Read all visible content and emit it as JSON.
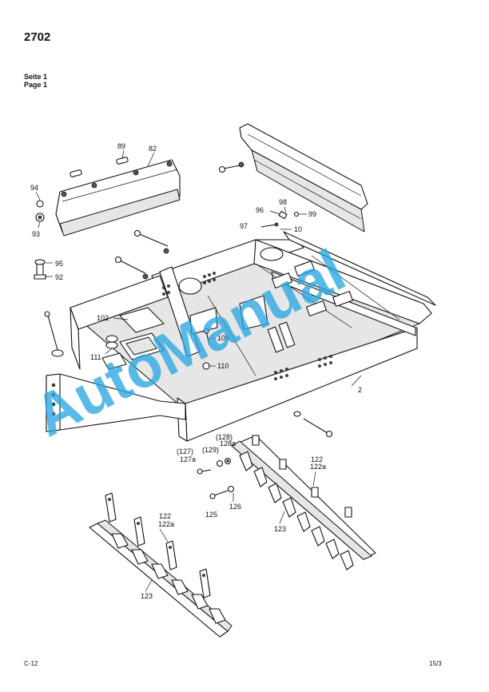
{
  "header": {
    "doc_number": "2702",
    "seite": "Seite 1",
    "page": "Page 1"
  },
  "footer": {
    "left": "C-12",
    "right": "15/3"
  },
  "watermark": {
    "text": "AutoManual",
    "color": "#2aa7e0"
  },
  "callouts": {
    "c89": "89",
    "c82": "82",
    "c94": "94",
    "c93": "93",
    "c95": "95",
    "c92": "92",
    "c98": "98",
    "c96": "96",
    "c99": "99",
    "c97": "97",
    "c10": "10",
    "c102": "102",
    "c111": "111",
    "c109": "109",
    "c110": "110",
    "c2": "2",
    "c128p": "(128)",
    "c128a": "128a",
    "c129p": "(129)",
    "c127p": "(127)",
    "c127a": "127a",
    "c125": "125",
    "c126": "126",
    "c122_r": "122",
    "c122a_r": "122a",
    "c123_r": "123",
    "c122_l": "122",
    "c122a_l": "122a",
    "c123_l": "123"
  }
}
